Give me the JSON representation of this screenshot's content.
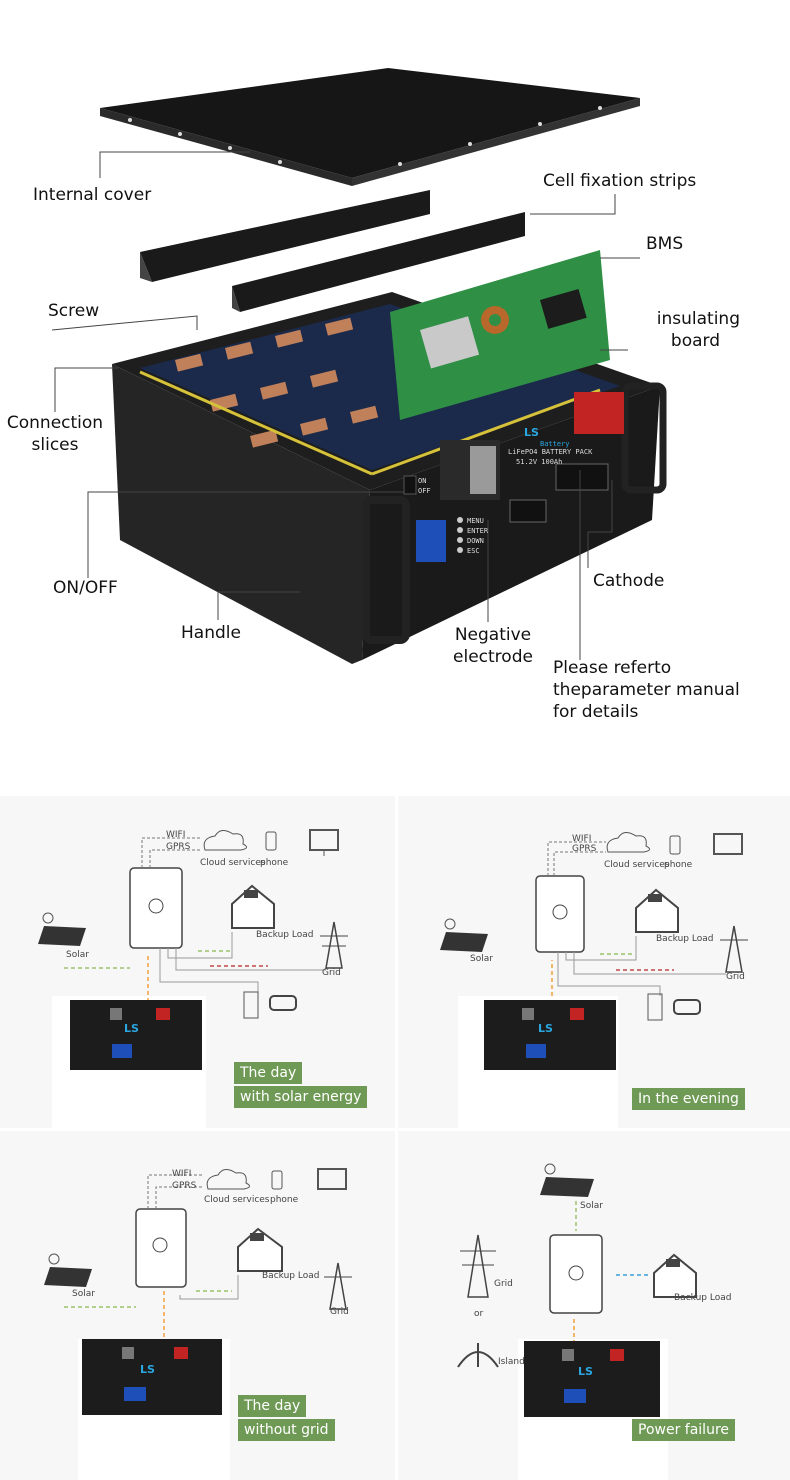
{
  "top_diagram": {
    "labels": {
      "internal_cover": "Internal cover",
      "cell_fixation_strips": "Cell fixation strips",
      "bms": "BMS",
      "screw": "Screw",
      "insulating_board_1": "insulating",
      "insulating_board_2": "board",
      "connection_slices_1": "Connection",
      "connection_slices_2": "slices",
      "on_off": "ON/OFF",
      "cathode": "Cathode",
      "handle": "Handle",
      "negative_electrode_1": "Negative",
      "negative_electrode_2": "electrode",
      "manual_1": "Please referto",
      "manual_2": "theparameter manual",
      "manual_3": "for details"
    },
    "device_text": {
      "on": "ON",
      "off": "OFF",
      "menu": "MENU",
      "enter": "ENTER",
      "down": "DOWN",
      "esc": "ESC",
      "pack_line1": "LiFePO4 BATTERY PACK",
      "pack_line2": "51.2V 100Ah",
      "logo": "LS",
      "logo_sub": "Battery"
    }
  },
  "panels": [
    {
      "id": "day-solar",
      "wifi": "WIFI",
      "gprs": "GPRS",
      "cloud": "Cloud services",
      "phone": "phone",
      "solar": "Solar",
      "backup": "Backup Load",
      "grid": "Grid",
      "badge_1": "The day",
      "badge_2": "with solar energy"
    },
    {
      "id": "evening",
      "wifi": "WIFI",
      "gprs": "GPRS",
      "cloud": "Cloud services",
      "phone": "phone",
      "solar": "Solar",
      "backup": "Backup Load",
      "grid": "Grid",
      "badge_1": "In the evening"
    },
    {
      "id": "day-no-grid",
      "wifi": "WIFI",
      "gprs": "GPRS",
      "cloud": "Cloud services",
      "phone": "phone",
      "solar": "Solar",
      "backup": "Backup Load",
      "grid": "Grid",
      "badge_1": "The day",
      "badge_2": "without grid"
    },
    {
      "id": "power-failure",
      "solar": "Solar",
      "backup": "Backup Load",
      "grid": "Grid",
      "or": "or",
      "island": "Island",
      "badge_1": "Power failure"
    }
  ],
  "colors": {
    "badge_green": "#6f9a55",
    "arrow_green": "#9cc46a",
    "arrow_orange": "#f0a040",
    "arrow_red": "#c04848",
    "arrow_blue": "#3aa0d8",
    "battery_body": "#1c1c1c",
    "bms_green": "#2f8f45"
  }
}
